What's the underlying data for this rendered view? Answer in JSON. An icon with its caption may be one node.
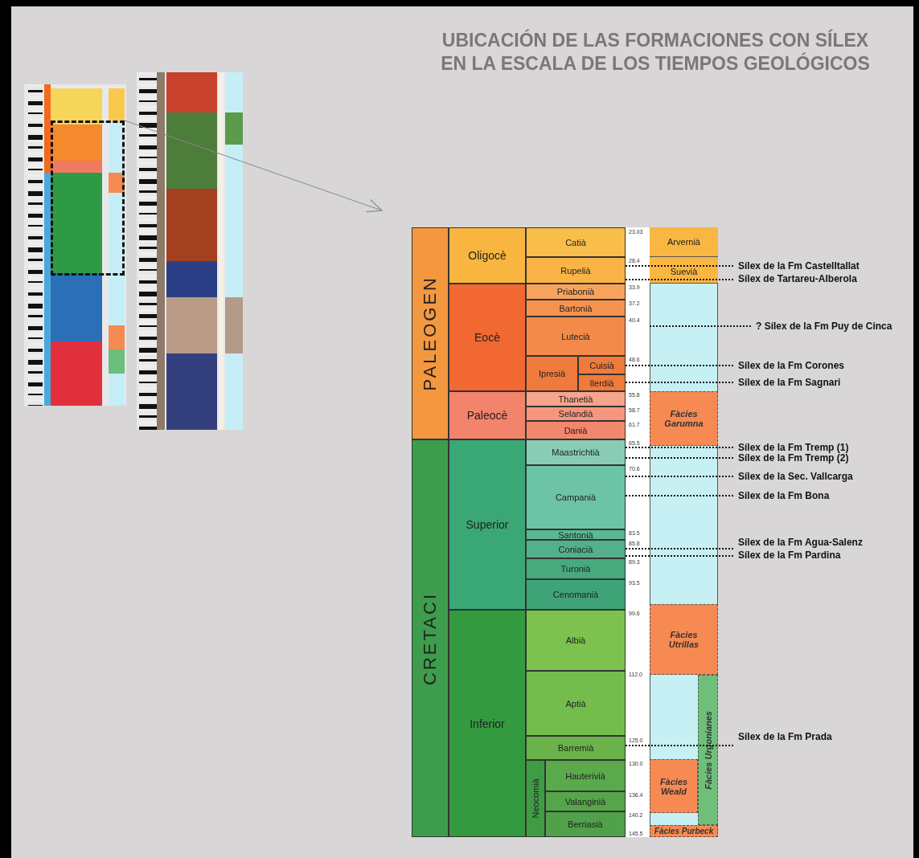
{
  "diagram": {
    "title": "UBICACIÓN DE LAS FORMACIONES CON SÍLEX EN LA ESCALA DE LOS TIEMPOS GEOLÓGICOS",
    "nodes": [
      {
        "text": [],
        "shape": "picture"
      },
      {
        "text": [],
        "shape": "box",
        "in": 0
      },
      {
        "text": [],
        "shape": "picture"
      },
      {
        "text": [
          "PALEOGEN"
        ]
      },
      {
        "text": [
          "Oligocè"
        ]
      },
      {
        "text": [
          "Catià"
        ]
      },
      {
        "text": [
          "Rupelià"
        ]
      },
      {
        "text": [
          "Eocè"
        ]
      },
      {
        "text": [
          "Priabonià"
        ]
      },
      {
        "text": [
          "Bartonià"
        ]
      },
      {
        "text": [
          "Lutecià"
        ]
      },
      {
        "text": [
          "Ipresià"
        ]
      },
      {
        "text": [
          "Cuisià"
        ]
      },
      {
        "text": [
          "Ilerdià"
        ]
      },
      {
        "text": [
          "Paleocè"
        ]
      },
      {
        "text": [
          "Thanetià"
        ]
      },
      {
        "text": [
          "Selandià"
        ]
      },
      {
        "text": [
          "Danià"
        ]
      },
      {
        "text": [
          "CRETACI"
        ]
      },
      {
        "text": [
          "Superior"
        ]
      },
      {
        "text": [
          "Maastrichtià"
        ]
      },
      {
        "text": [
          "Campanià"
        ]
      },
      {
        "text": [
          "Santonià"
        ]
      },
      {
        "text": [
          "Coniacià"
        ]
      },
      {
        "text": [
          "Turonià"
        ]
      },
      {
        "text": [
          "Cenomanià"
        ]
      },
      {
        "text": [
          "Inferior"
        ]
      },
      {
        "text": [
          "Albià"
        ]
      },
      {
        "text": [
          "Aptià"
        ]
      },
      {
        "text": [
          "Barremià"
        ]
      },
      {
        "text": [
          "Neocomià"
        ]
      },
      {
        "text": [
          "Hauterivià"
        ]
      },
      {
        "text": [
          "Valanginià"
        ]
      },
      {
        "text": [
          "Berriasià"
        ]
      },
      {
        "text": [
          "Arvernià"
        ]
      },
      {
        "text": [
          "Suevià"
        ]
      },
      {
        "text": [
          "Fàcies Garumna"
        ]
      },
      {
        "text": [
          "Fàcies Utrillas"
        ]
      },
      {
        "text": [
          "Fàcies Urgonianes"
        ]
      },
      {
        "text": [
          "Fàcies Weald"
        ]
      },
      {
        "text": [
          "Fàcies Purbeck"
        ]
      },
      {
        "text": [
          "Sílex de la Fm Castelltallat"
        ]
      },
      {
        "text": [
          "Sílex de Tartareu-Alberola"
        ]
      },
      {
        "text": [
          "? Sílex de la Fm Puy de Cinca"
        ]
      },
      {
        "text": [
          "Sílex de la Fm Corones"
        ]
      },
      {
        "text": [
          "Sílex de la Fm Sagnari"
        ]
      },
      {
        "text": [
          "Sílex de la Fm Tremp (1)"
        ]
      },
      {
        "text": [
          "Sílex de la Fm Tremp (2)"
        ]
      },
      {
        "text": [
          "Sílex de la Sec. Vallcarga"
        ]
      },
      {
        "text": [
          "Sílex de la Fm Bona"
        ]
      },
      {
        "text": [
          "Sílex de la Fm Agua-Salenz"
        ]
      },
      {
        "text": [
          "Sílex de la Fm Pardina"
        ]
      },
      {
        "text": [
          "Sílex de la Fm Prada"
        ]
      }
    ],
    "edges": [
      {
        "from": 1,
        "to": null,
        "arrow": "to",
        "color": "#8a8a8a"
      },
      {
        "from": 41,
        "to": 6,
        "arrow": "none",
        "style": "dashed"
      },
      {
        "from": 42,
        "to": 6,
        "arrow": "none",
        "style": "dashed"
      },
      {
        "from": 43,
        "to": null,
        "arrow": "none",
        "style": "dashed"
      },
      {
        "from": 44,
        "to": 12,
        "arrow": "none",
        "style": "dashed"
      },
      {
        "from": 45,
        "to": 13,
        "arrow": "none",
        "style": "dashed"
      },
      {
        "from": 46,
        "to": 20,
        "arrow": "none",
        "style": "dashed"
      },
      {
        "from": 47,
        "to": 20,
        "arrow": "none",
        "style": "dashed"
      },
      {
        "from": 48,
        "to": 21,
        "arrow": "none",
        "style": "dashed"
      },
      {
        "from": 49,
        "to": 21,
        "arrow": "none",
        "style": "dashed"
      },
      {
        "from": 50,
        "to": 23,
        "arrow": "none",
        "style": "dashed"
      },
      {
        "from": 51,
        "to": 23,
        "arrow": "none",
        "style": "dashed"
      },
      {
        "from": 52,
        "to": 29,
        "arrow": "none",
        "style": "dashed"
      }
    ],
    "labels": [
      "23.03",
      "28.4",
      "33.9",
      "37.2",
      "40.4",
      "48.6",
      "55.8",
      "58.7",
      "61.7",
      "65.5",
      "70.6",
      "83.5",
      "85.8",
      "89.3",
      "93.5",
      "99.6",
      "112.0",
      "125.0",
      "130.0",
      "136.4",
      "140.2",
      "145.5"
    ]
  }
}
